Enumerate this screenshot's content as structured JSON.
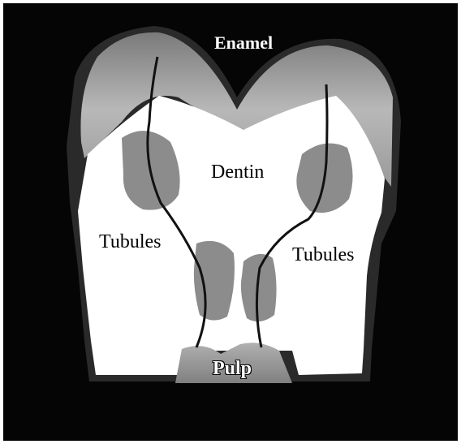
{
  "labels": {
    "enamel": "Enamel",
    "dentin": "Dentin",
    "tubules_left": "Tubules",
    "tubules_right": "Tubules",
    "pulp": "Pulp"
  },
  "colors": {
    "background": "#050505",
    "enamel": "#8a8a8a",
    "dentin": "#ffffff",
    "tubule_region": "#8c8c8c",
    "pulp": "#9a9a9a",
    "tubule_line": "#111111"
  }
}
